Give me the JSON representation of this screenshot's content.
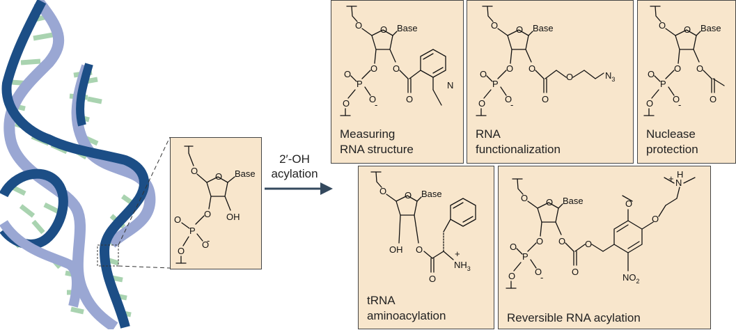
{
  "colors": {
    "panel_fill": "#f8e6cc",
    "rna_dark_strand": "#1c4e86",
    "rna_light_strand": "#9aa7d3",
    "rna_bases": "#a9d3b0",
    "arrow": "#34495e"
  },
  "reaction": {
    "label_line1": "2′-OH",
    "label_line2": "acylation"
  },
  "atoms": {
    "base": "Base",
    "oh": "OH",
    "o": "O",
    "p": "P",
    "minus": "-",
    "n": "N",
    "n3": "N",
    "n3_sub": "3",
    "nh3": "NH",
    "nh3_sub": "3",
    "plus": "+",
    "no2": "NO",
    "no2_sub": "2",
    "h": "H"
  },
  "panels": {
    "measuring": {
      "line1": "Measuring",
      "line2": "RNA structure"
    },
    "functionalization": {
      "line1": "RNA",
      "line2": "functionalization"
    },
    "protection": {
      "line1": "Nuclease",
      "line2": "protection"
    },
    "aminoacylation": {
      "line1": "tRNA",
      "line2": "aminoacylation"
    },
    "reversible": {
      "line1": "Reversible RNA acylation"
    }
  }
}
